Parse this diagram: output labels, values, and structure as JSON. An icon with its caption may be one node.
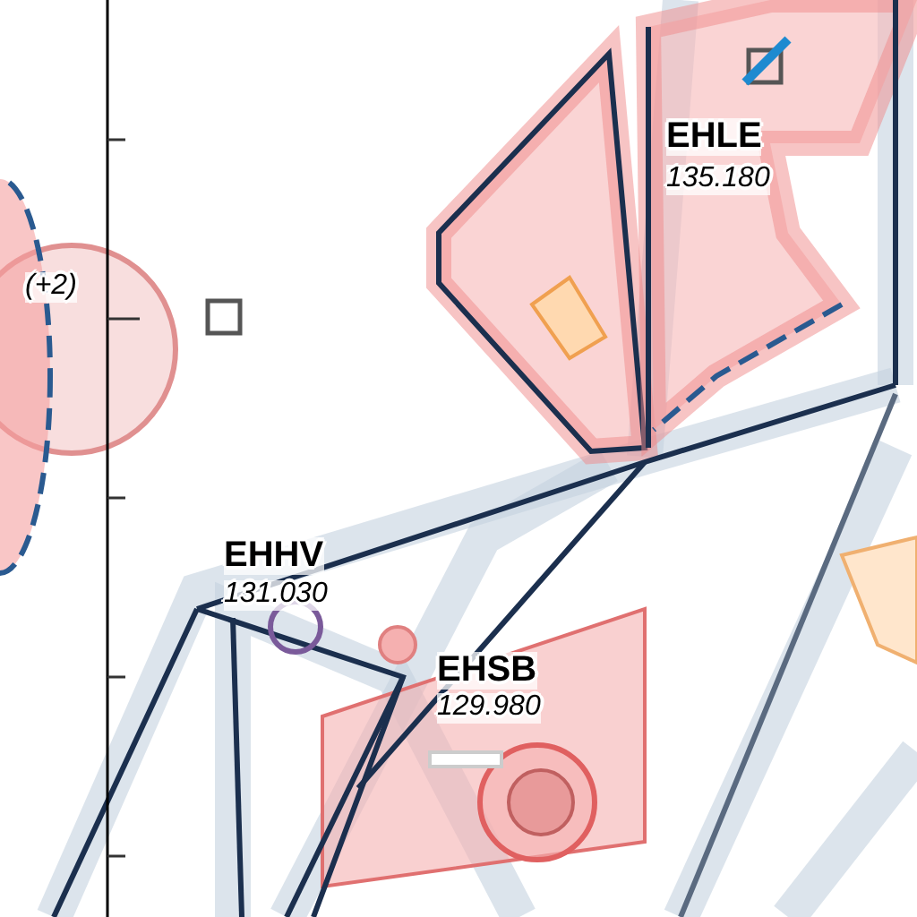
{
  "diagram": {
    "labels": [
      "EHLE",
      "135.180",
      "(+2)",
      "EHHV",
      "131.030",
      "EHSB",
      "129.980"
    ]
  }
}
